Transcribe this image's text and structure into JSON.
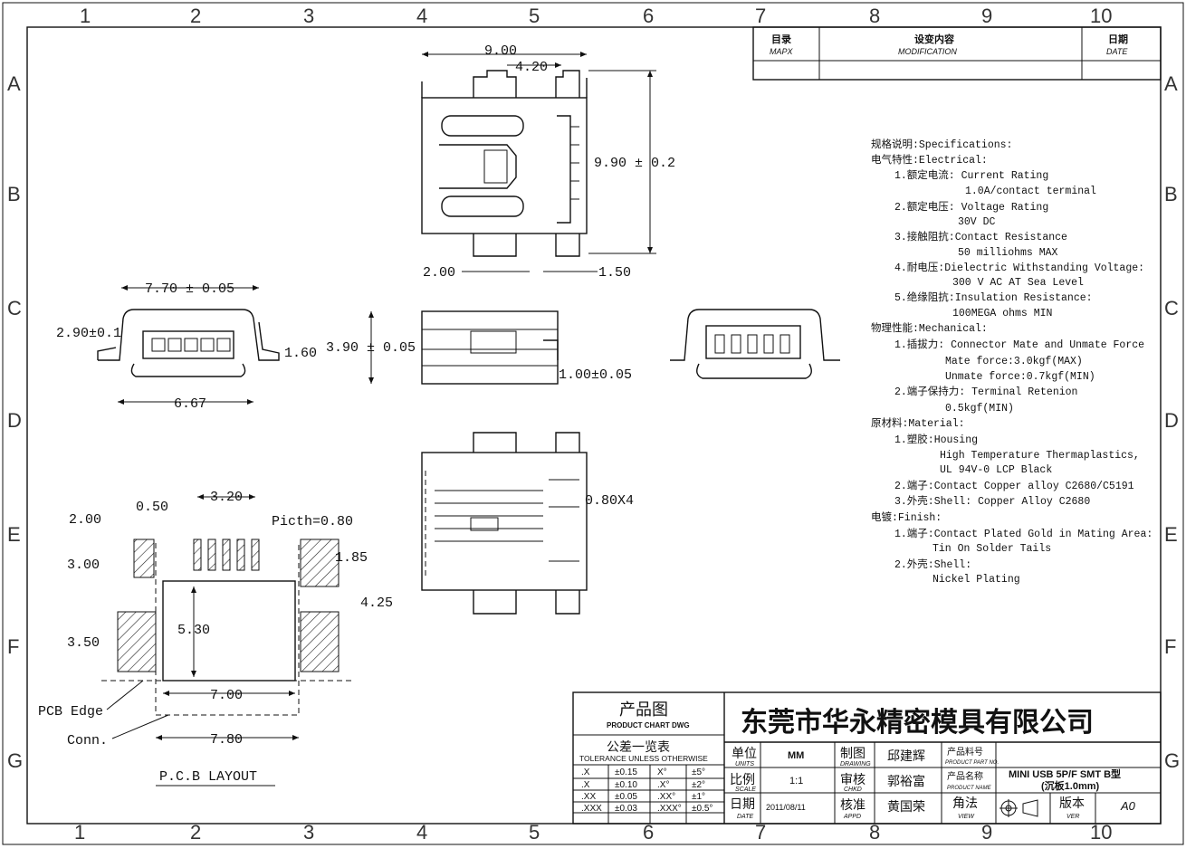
{
  "grid": {
    "columns": [
      "1",
      "2",
      "3",
      "4",
      "5",
      "6",
      "7",
      "8",
      "9",
      "10"
    ],
    "rows": [
      "A",
      "B",
      "C",
      "D",
      "E",
      "F",
      "G"
    ]
  },
  "revision_block": {
    "mark": "目录",
    "mark_en": "MAPX",
    "modification": "设变内容",
    "modification_en": "MODIFICATION",
    "date": "日期",
    "date_en": "DATE"
  },
  "top_view": {
    "width": "9.00",
    "offset": "4.20",
    "height": "9.90 ± 0.2",
    "pad_width": "2.00",
    "pad_gap": "1.50"
  },
  "front_view": {
    "width": "7.70 ± 0.05",
    "height": "2.90±0.1",
    "tail": "1.60",
    "base": "6.67"
  },
  "side_view": {
    "height": "3.90 ± 0.05",
    "lead": "1.00±0.05"
  },
  "bottom_view": {
    "pitch_note": "0.80X4"
  },
  "pcb_layout": {
    "title": "P.C.B LAYOUT",
    "pad_w": "0.50",
    "span": "3.20",
    "pitch": "Picth=0.80",
    "left_w": "2.00",
    "left_h": "3.00",
    "signal_h": "1.85",
    "gap": "4.25",
    "center_h": "5.30",
    "lower_h": "3.50",
    "inner_w": "7.00",
    "outer_w": "7.80",
    "pcb_edge": "PCB Edge",
    "conn": "Conn."
  },
  "specs": [
    "规格说明:Specifications:",
    "电气特性:Electrical:",
    "1.额定电流: Current Rating",
    "1.0A/contact terminal",
    "2.额定电压: Voltage Rating",
    "30V DC",
    "3.接触阻抗:Contact Resistance",
    "50 milliohms MAX",
    "4.耐电压:Dielectric Withstanding Voltage:",
    "300 V AC AT Sea Level",
    "5.绝缘阻抗:Insulation Resistance:",
    "100MEGA ohms MIN",
    "物理性能:Mechanical:",
    "1.插拔力: Connector Mate and Unmate Force",
    "Mate force:3.0kgf(MAX)",
    "Unmate force:0.7kgf(MIN)",
    "2.端子保持力: Terminal Retenion",
    "0.5kgf(MIN)",
    "原材料:Material:",
    "1.塑胶:Housing",
    "High Temperature  Thermaplastics,",
    "UL 94V-0  LCP Black",
    "2.端子:Contact Copper alloy C2680/C5191",
    "3.外壳:Shell: Copper Alloy C2680",
    "电镀:Finish:",
    "1.端子:Contact  Plated Gold in Mating Area:",
    "Tin On Solder Tails",
    "2.外壳:Shell:",
    "Nickel Plating"
  ],
  "title_block": {
    "chart_title": "产品图",
    "chart_title_en": "PRODUCT CHART DWG",
    "company": "东莞市华永精密模具有限公司",
    "tolerance_title": "公差一览表",
    "tolerance_en": "TOLERANCE UNLESS OTHERWISE",
    "tolerances": [
      [
        ".X",
        "±0.15",
        "X°",
        "±5°"
      ],
      [
        ".X",
        "±0.10",
        ".X°",
        "±2°"
      ],
      [
        ".XX",
        "±0.05",
        ".XX°",
        "±1°"
      ],
      [
        ".XXX",
        "±0.03",
        ".XXX°",
        "±0.5°"
      ]
    ],
    "unit_label": "单位",
    "unit_en": "UNITS",
    "unit_value": "MM",
    "scale_label": "比例",
    "scale_en": "SCALE",
    "scale_value": "1:1",
    "date_label": "日期",
    "date_en": "DATE",
    "date_value": "2011/08/11",
    "drawn_label": "制图",
    "drawn_en": "DRAWING",
    "drawn_by": "邱建辉",
    "checked_label": "审核",
    "checked_en": "CHKD",
    "checked_by": "郭裕富",
    "approved_label": "核准",
    "approved_en": "APPD",
    "approved_by": "黄国荣",
    "part_no_label": "产品料号",
    "part_no_en": "PRODUCT PART NO.",
    "name_label": "产品名称",
    "name_en": "PRODUCT NAME",
    "product_name_1": "MINI USB 5P/F SMT B型",
    "product_name_2": "(沉板1.0mm)",
    "angle_label": "角法",
    "angle_en": "VIEW",
    "version_label": "版本",
    "version_en": "VER",
    "version_value": "A0"
  }
}
